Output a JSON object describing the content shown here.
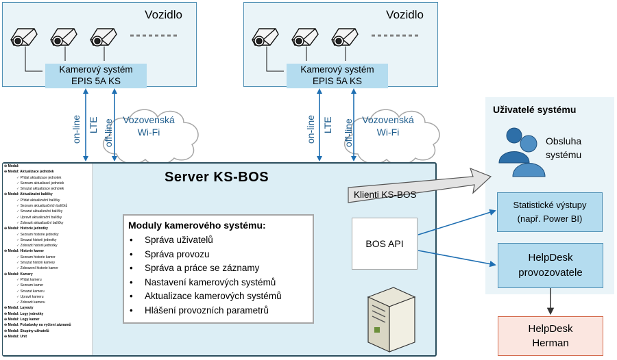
{
  "vehicles": [
    {
      "title": "Vozidlo",
      "camera_system": "Kamerový systém",
      "camera_model": "EPIS 5A KS"
    },
    {
      "title": "Vozidlo",
      "camera_system": "Kamerový systém",
      "camera_model": "EPIS 5A KS"
    }
  ],
  "links": {
    "online": "on-line",
    "lte": "LTE",
    "offline": "off-line",
    "wifi_line1": "Vozovenská",
    "wifi_line2": "Wi-Fi"
  },
  "server": {
    "title": "Server KS-BOS",
    "modules_title": "Moduly kamerového systému:",
    "modules": [
      "Správa uživatelů",
      "Správa provozu",
      "Správa a práce se záznamy",
      "Nastavení kamerových systémů",
      "Aktualizace kamerových systémů",
      "Hlášení provozních parametrů"
    ],
    "bos_api": "BOS API",
    "module_tree": [
      {
        "head": "Modul:",
        "subs": []
      },
      {
        "head": "Modul: Aktualizace jednotek",
        "subs": [
          "Přidat aktualizace jednotek",
          "Seznam aktualizací jednotek",
          "Smazat aktualizace jednotek"
        ]
      },
      {
        "head": "Modul: Aktualizační balíčky",
        "subs": [
          "Přidat aktualizační balíčky",
          "Seznam aktualizačních balíčků",
          "Smazat aktualizační balíčky",
          "Upravit aktualizační balíčky",
          "Zobrazit aktualizační balíčky"
        ]
      },
      {
        "head": "Modul: Historie jednotky",
        "subs": [
          "Seznam historie jednotky",
          "Smazat historii jednotky",
          "Zobrazit historii jednotky"
        ]
      },
      {
        "head": "Modul: Historie kamer",
        "subs": [
          "Seznam historie kamer",
          "Smazat historii kamery",
          "Zobrazení historie kamer"
        ]
      },
      {
        "head": "Modul: Kamery",
        "subs": [
          "Přidat kameru",
          "Seznam kamer",
          "Smazat kameru",
          "Upravit kameru",
          "Zobrazit kameru"
        ]
      },
      {
        "head": "Modul: Layouty",
        "subs": []
      },
      {
        "head": "Modul: Logy jednotky",
        "subs": []
      },
      {
        "head": "Modul: Logy kamer",
        "subs": []
      },
      {
        "head": "Modul: Požadavky na vyčtení záznamů",
        "subs": []
      },
      {
        "head": "Modul: Skupiny uživatelů",
        "subs": []
      },
      {
        "head": "Modul: Unit",
        "subs": []
      }
    ]
  },
  "clients": {
    "label": "Klienti KS-BOS"
  },
  "users": {
    "title": "Uživatelé systému",
    "operators_line1": "Obsluha",
    "operators_line2": "systému",
    "stats_line1": "Statistické výstupy",
    "stats_line2": "(např. Power BI)",
    "helpdesk_line1": "HelpDesk",
    "helpdesk_line2": "provozovatele",
    "herman_line1": "HelpDesk",
    "herman_line2": "Herman"
  },
  "colors": {
    "accent": "#1f6fb2",
    "light_panel": "#eaf4f8",
    "box_fill": "#b4dcef",
    "server_fill": "#dceef5",
    "herman_fill": "#fbe6e0"
  }
}
